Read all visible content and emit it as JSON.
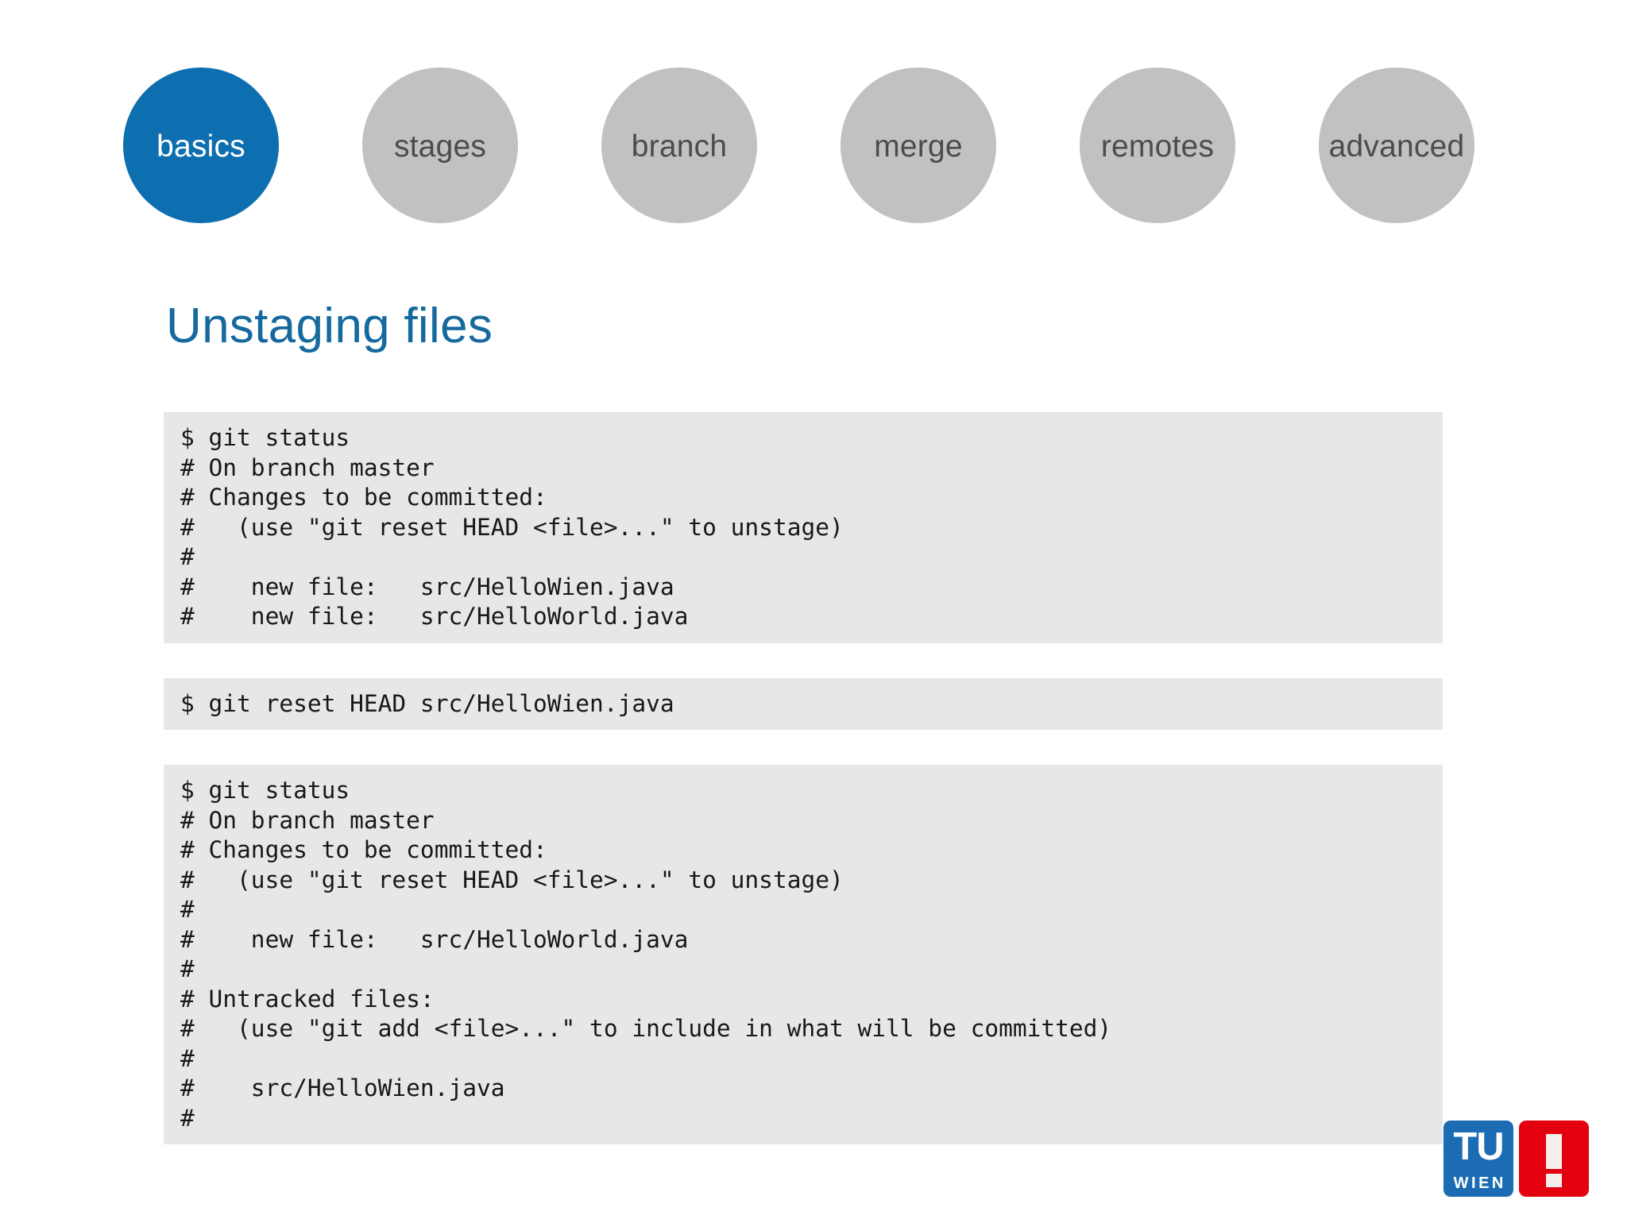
{
  "nav": {
    "items": [
      {
        "label": "basics",
        "active": true
      },
      {
        "label": "stages",
        "active": false
      },
      {
        "label": "branch",
        "active": false
      },
      {
        "label": "merge",
        "active": false
      },
      {
        "label": "remotes",
        "active": false
      },
      {
        "label": "advanced",
        "active": false
      }
    ],
    "active_color": "#0e6fb0",
    "inactive_color": "#c1c1c2",
    "active_text_color": "#ffffff",
    "inactive_text_color": "#4c4c4c"
  },
  "title": {
    "text": "Unstaging files",
    "color": "#16699f"
  },
  "code_blocks": [
    {
      "name": "git-status-before",
      "background": "#e7e7e9",
      "lines": [
        "$ git status",
        "# On branch master",
        "# Changes to be committed:",
        "#   (use \"git reset HEAD <file>...\" to unstage)",
        "#",
        "#    new file:   src/HelloWien.java",
        "#    new file:   src/HelloWorld.java"
      ]
    },
    {
      "name": "git-reset-command",
      "background": "#e7e7e9",
      "lines": [
        "$ git reset HEAD src/HelloWien.java"
      ]
    },
    {
      "name": "git-status-after",
      "background": "#e7e7e9",
      "lines": [
        "$ git status",
        "# On branch master",
        "# Changes to be committed:",
        "#   (use \"git reset HEAD <file>...\" to unstage)",
        "#",
        "#    new file:   src/HelloWorld.java",
        "#",
        "# Untracked files:",
        "#   (use \"git add <file>...\" to include in what will be committed)",
        "#",
        "#    src/HelloWien.java",
        "#"
      ]
    }
  ],
  "logo": {
    "tu_text": "TU",
    "wien_text": "WIEN",
    "exclamation": "!",
    "blue": "#1b6cb3",
    "red": "#e3000f"
  }
}
